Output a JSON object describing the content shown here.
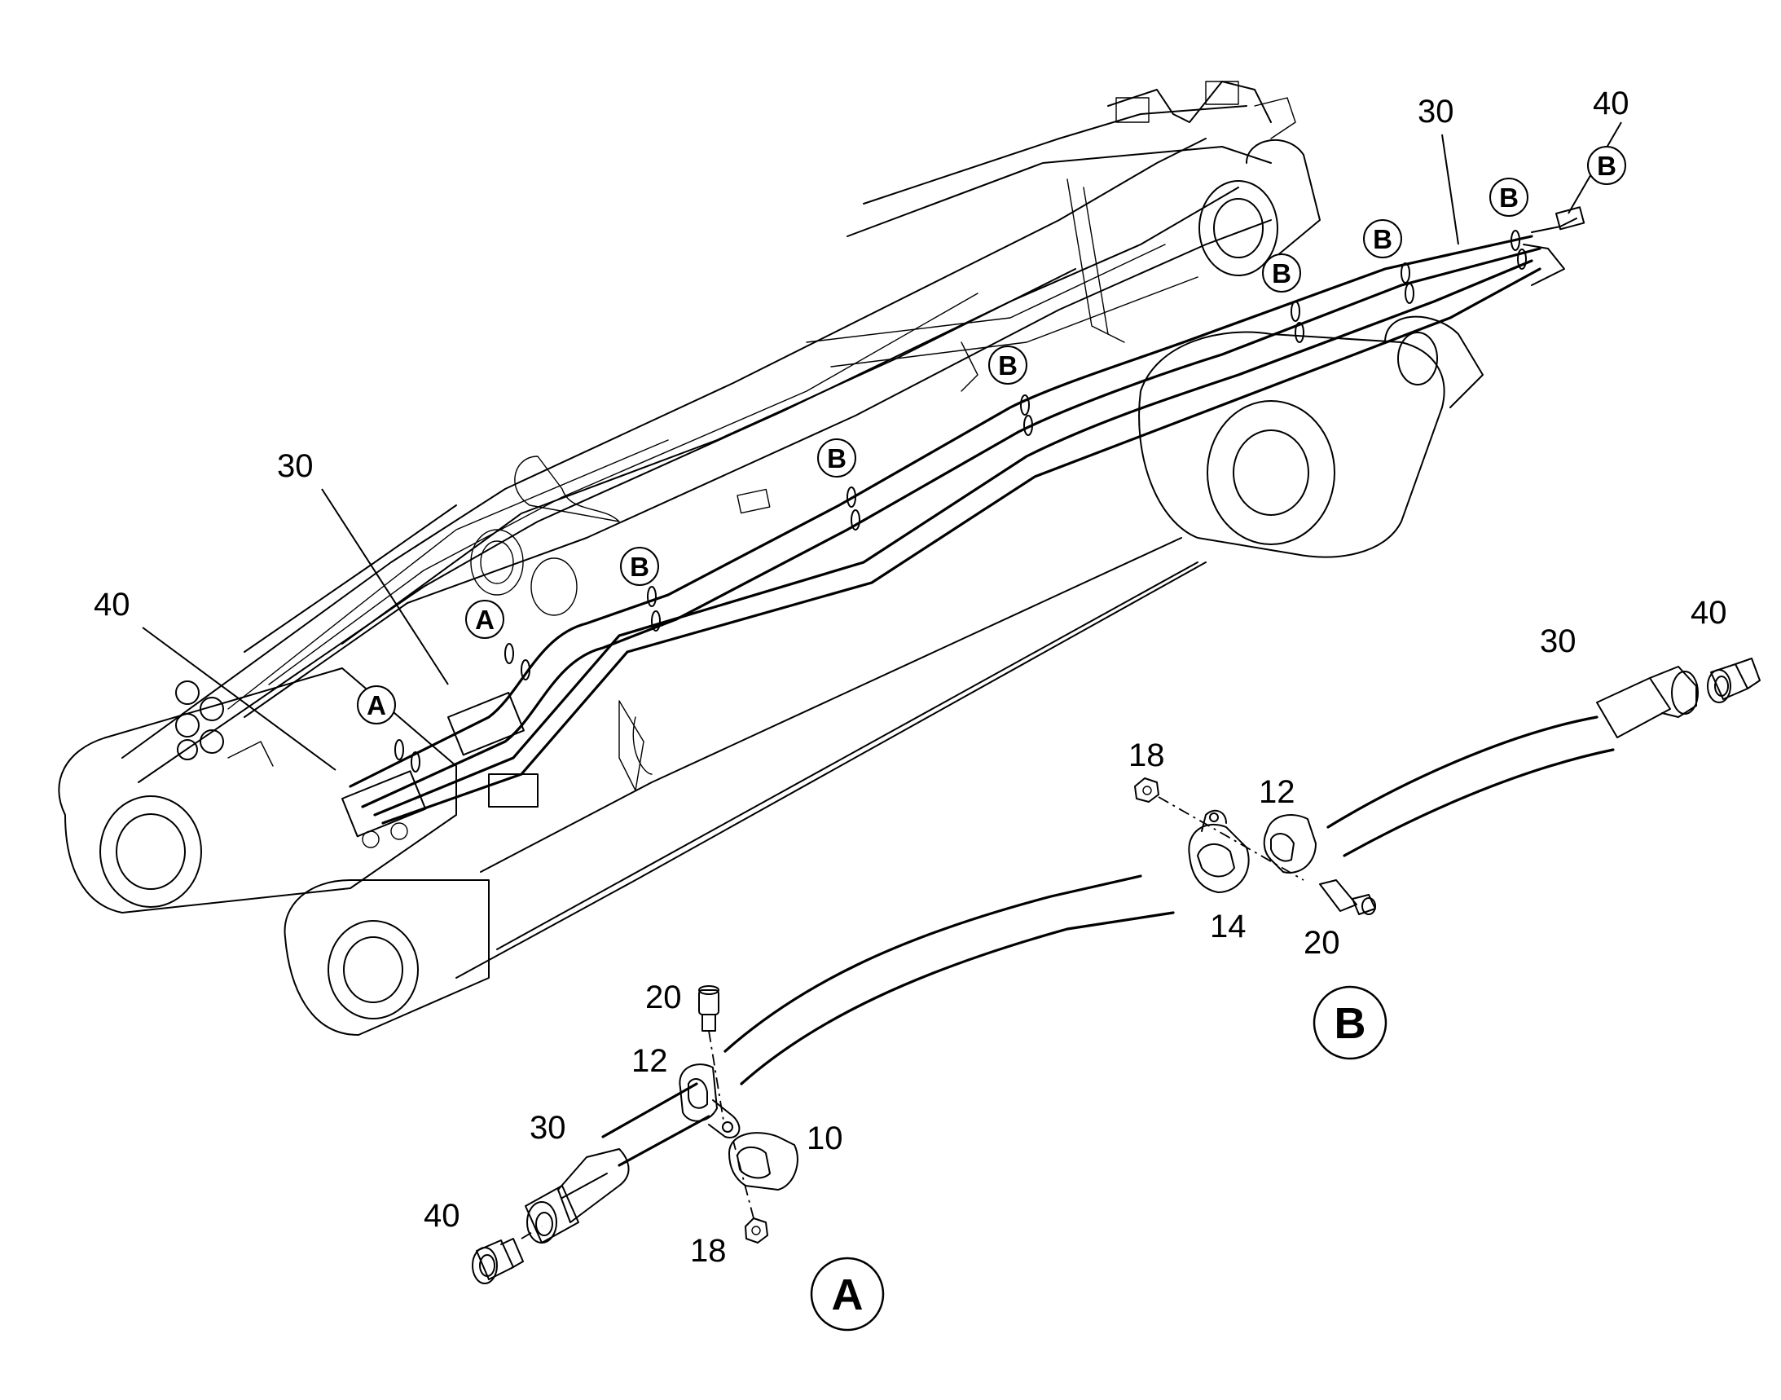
{
  "figure": {
    "boom_labels": {
      "hose_left": "30",
      "hose_right": "30",
      "adapter_left": "40",
      "adapter_right": "40",
      "clamp_points": [
        "A",
        "A",
        "B",
        "B",
        "B",
        "B",
        "B",
        "B",
        "B"
      ]
    },
    "detail_a": {
      "title": "A",
      "parts": {
        "screw": "20",
        "clamp": "12",
        "hose": "30",
        "bushing": "10",
        "adapter": "40",
        "nut": "18"
      }
    },
    "detail_b": {
      "title": "B",
      "parts": {
        "nut": "18",
        "bushing": "12",
        "hose": "30",
        "adapter": "40",
        "clamp": "14",
        "screw": "20"
      }
    }
  }
}
